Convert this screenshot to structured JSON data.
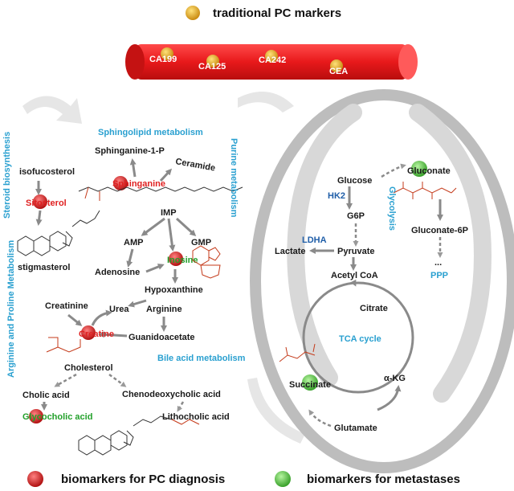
{
  "legend": {
    "top": "traditional PC markers",
    "diagnosis": "biomarkers for PC diagnosis",
    "metastases": "biomarkers for metastases"
  },
  "markers": [
    "CA199",
    "CA125",
    "CA242",
    "CEA"
  ],
  "sections": {
    "sphingolipid": "Sphingolipid metabolism",
    "purine": "Purine metabolism",
    "steroid": "Steroid biosynthesis",
    "arginine": "Arginine and Proline Metabolism",
    "bile": "Bile acid metabolism",
    "glycolysis": "Glycolysis",
    "tca": "TCA cycle",
    "ppp": "PPP"
  },
  "metabolites": {
    "sphinganine1p": "Sphinganine-1-P",
    "sphinganine": "Sphinganine",
    "ceramide": "Ceramide",
    "isofucosterol": "isofucosterol",
    "sitosterol": "Sitosterol",
    "stigmasterol": "stigmasterol",
    "imp": "IMP",
    "amp": "AMP",
    "gmp": "GMP",
    "adenosine": "Adenosine",
    "inosine": "Inosine",
    "hypoxanthine": "Hypoxanthine",
    "creatinine": "Creatinine",
    "urea": "Urea",
    "arginine": "Arginine",
    "creatine": "Creatine",
    "guanidoacetate": "Guanidoacetate",
    "cholesterol": "Cholesterol",
    "cholic": "Cholic acid",
    "chenodeoxycholic": "Chenodeoxycholic acid",
    "glycocholic": "Glycocholic acid",
    "lithocholic": "Lithocholic acid",
    "glucose": "Glucose",
    "gluconate": "Gluconate",
    "g6p": "G6P",
    "gluconate6p": "Gluconate-6P",
    "lactate": "Lactate",
    "pyruvate": "Pyruvate",
    "acetylcoa": "Acetyl CoA",
    "citrate": "Citrate",
    "akg": "α-KG",
    "succinate": "Succinate",
    "glutamate": "Glutamate",
    "dots": "..."
  },
  "enzymes": {
    "hk2": "HK2",
    "ldha": "LDHA"
  },
  "colors": {
    "tube": "#e8191b",
    "gold": "#e0a020",
    "red_ball": "#d42020",
    "green_ball": "#4cc03a",
    "section_blue": "#2aa0d0",
    "enzyme_blue": "#1f5ea8"
  }
}
